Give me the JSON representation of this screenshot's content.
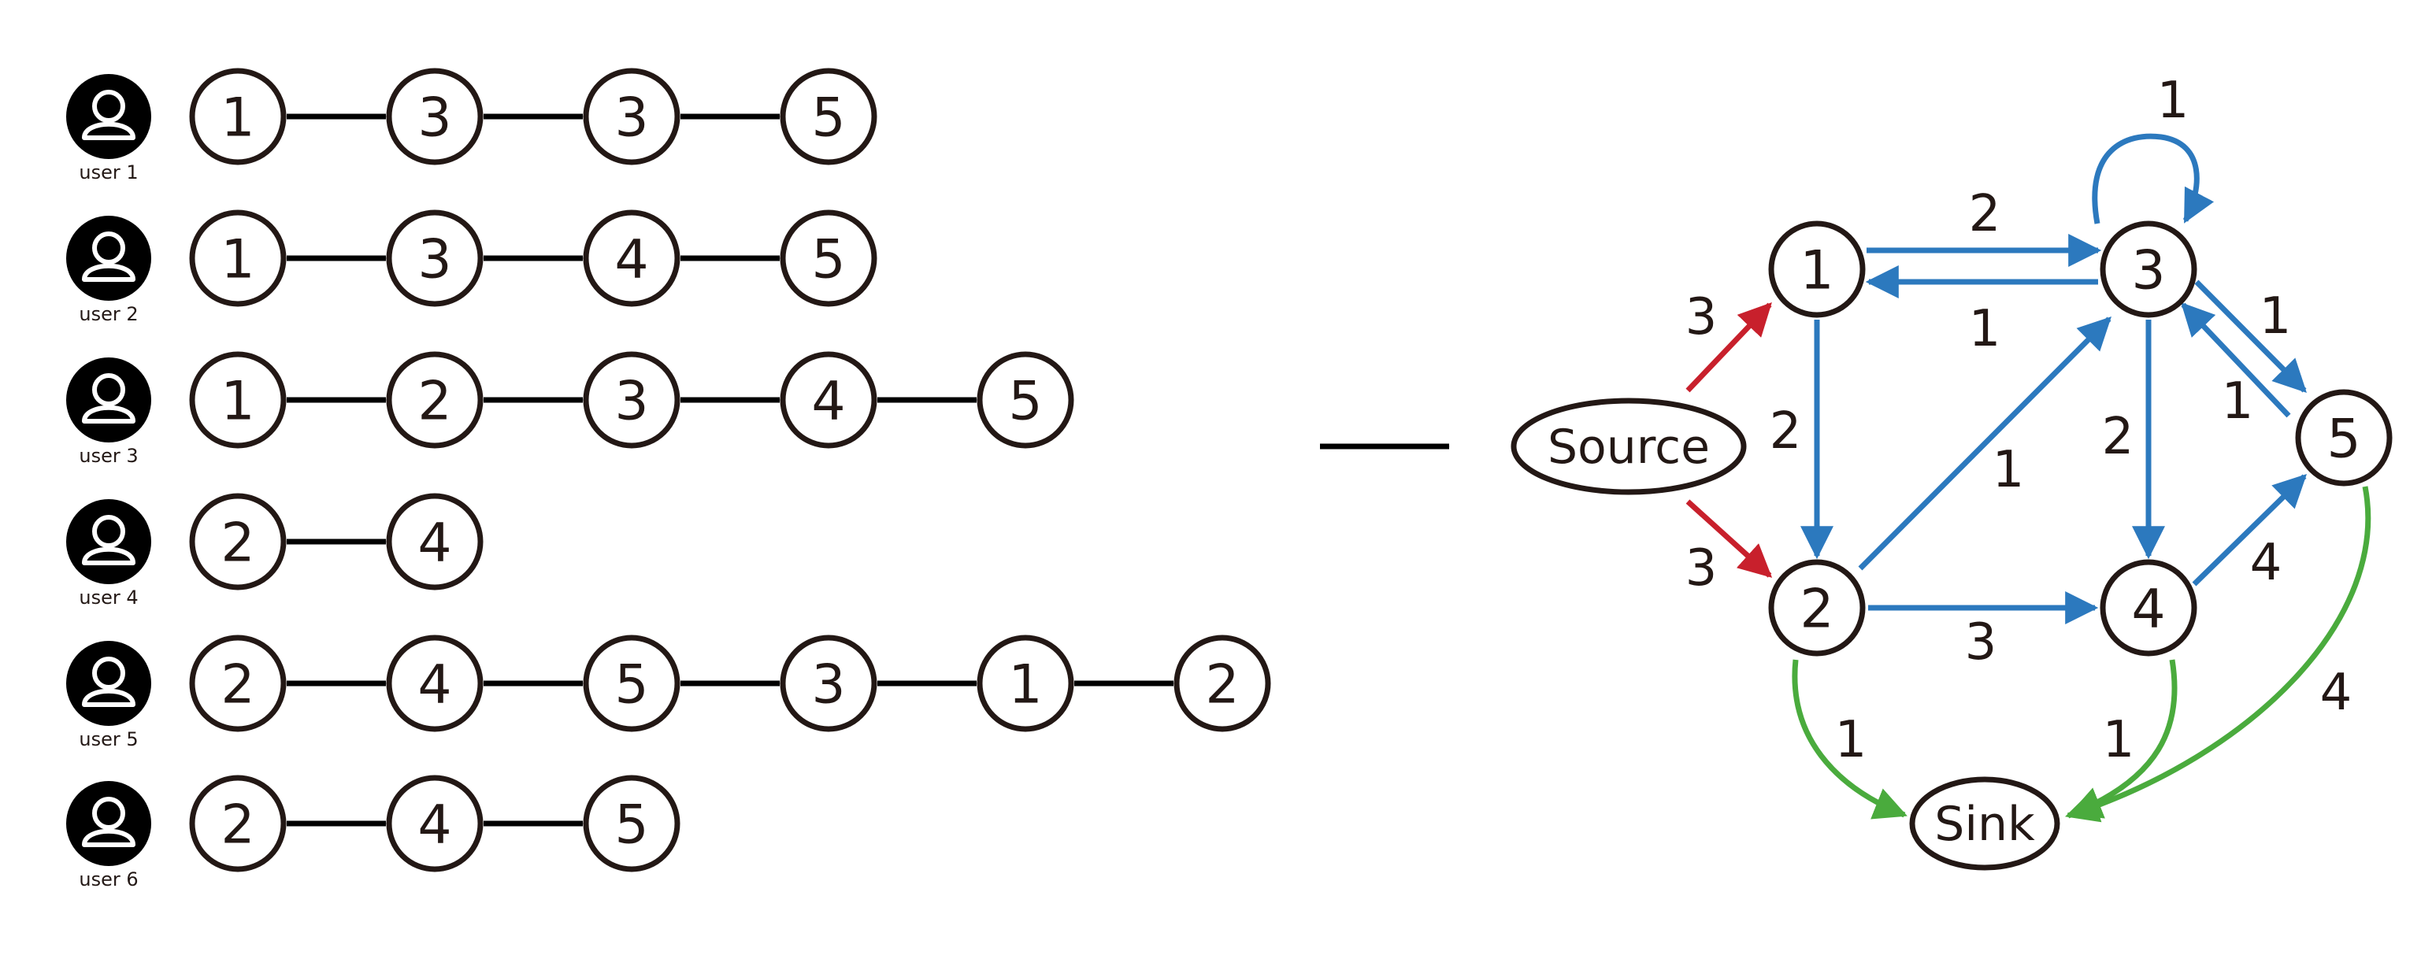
{
  "users": [
    {
      "label": "user 1",
      "sequence": [
        "1",
        "3",
        "3",
        "5"
      ]
    },
    {
      "label": "user 2",
      "sequence": [
        "1",
        "3",
        "4",
        "5"
      ]
    },
    {
      "label": "user 3",
      "sequence": [
        "1",
        "2",
        "3",
        "4",
        "5"
      ]
    },
    {
      "label": "user 4",
      "sequence": [
        "2",
        "4"
      ]
    },
    {
      "label": "user 5",
      "sequence": [
        "2",
        "4",
        "5",
        "3",
        "1",
        "2"
      ]
    },
    {
      "label": "user 6",
      "sequence": [
        "2",
        "4",
        "5"
      ]
    }
  ],
  "graph": {
    "nodes": [
      {
        "id": "source",
        "label": "Source",
        "shape": "ellipse"
      },
      {
        "id": "n1",
        "label": "1",
        "shape": "circle"
      },
      {
        "id": "n2",
        "label": "2",
        "shape": "circle"
      },
      {
        "id": "n3",
        "label": "3",
        "shape": "circle"
      },
      {
        "id": "n4",
        "label": "4",
        "shape": "circle"
      },
      {
        "id": "n5",
        "label": "5",
        "shape": "circle"
      },
      {
        "id": "sink",
        "label": "Sink",
        "shape": "ellipse"
      }
    ],
    "edges": [
      {
        "from": "source",
        "to": "n1",
        "weight": "3",
        "color": "red"
      },
      {
        "from": "source",
        "to": "n2",
        "weight": "3",
        "color": "red"
      },
      {
        "from": "n1",
        "to": "n3",
        "weight": "2",
        "color": "blue"
      },
      {
        "from": "n3",
        "to": "n1",
        "weight": "1",
        "color": "blue"
      },
      {
        "from": "n3",
        "to": "n3",
        "weight": "1",
        "color": "blue"
      },
      {
        "from": "n1",
        "to": "n2",
        "weight": "2",
        "color": "blue"
      },
      {
        "from": "n2",
        "to": "n3",
        "weight": "1",
        "color": "blue"
      },
      {
        "from": "n3",
        "to": "n4",
        "weight": "2",
        "color": "blue"
      },
      {
        "from": "n3",
        "to": "n5",
        "weight": "1",
        "color": "blue"
      },
      {
        "from": "n5",
        "to": "n3",
        "weight": "1",
        "color": "blue"
      },
      {
        "from": "n2",
        "to": "n4",
        "weight": "3",
        "color": "blue"
      },
      {
        "from": "n4",
        "to": "n5",
        "weight": "4",
        "color": "blue"
      },
      {
        "from": "n2",
        "to": "sink",
        "weight": "1",
        "color": "green"
      },
      {
        "from": "n4",
        "to": "sink",
        "weight": "1",
        "color": "green"
      },
      {
        "from": "n5",
        "to": "sink",
        "weight": "4",
        "color": "green"
      }
    ]
  },
  "colors": {
    "red": "#c8202c",
    "blue": "#2c79be",
    "green": "#4aab3d",
    "ink": "#231815"
  }
}
